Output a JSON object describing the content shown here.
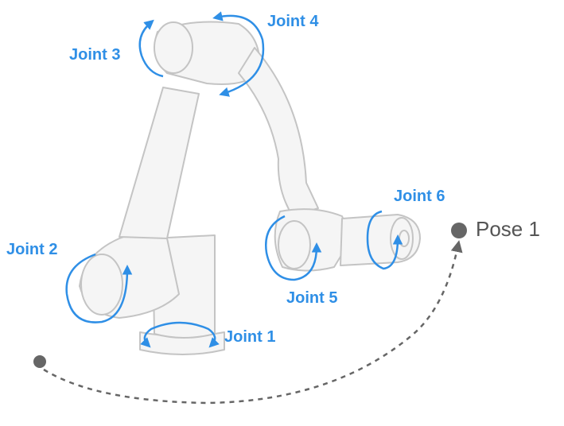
{
  "colors": {
    "accent": "#2f8fe6",
    "robot_outline": "#c4c4c4",
    "robot_fill": "#f5f5f5",
    "path": "#666666",
    "pose_text": "#555555"
  },
  "joints": [
    {
      "id": "joint-1",
      "label": "Joint 1"
    },
    {
      "id": "joint-2",
      "label": "Joint 2"
    },
    {
      "id": "joint-3",
      "label": "Joint 3"
    },
    {
      "id": "joint-4",
      "label": "Joint 4"
    },
    {
      "id": "joint-5",
      "label": "Joint 5"
    },
    {
      "id": "joint-6",
      "label": "Joint 6"
    }
  ],
  "pose": {
    "label": "Pose 1"
  }
}
